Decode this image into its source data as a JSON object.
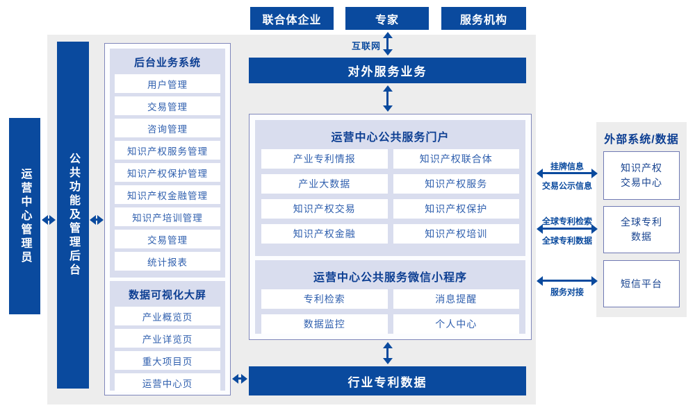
{
  "top_actors": [
    {
      "label": "联合体企业"
    },
    {
      "label": "专家"
    },
    {
      "label": "服务机构"
    }
  ],
  "internet_label": "互联网",
  "bars": {
    "external_service": "对外服务业务",
    "industry_patent_data": "行业专利数据"
  },
  "side_bars": {
    "operator_admin": "运营中心管理员",
    "public_function": "公共功能及管理后台"
  },
  "backend_system": {
    "title": "后台业务系统",
    "items": [
      "用户管理",
      "交易管理",
      "咨询管理",
      "知识产权服务管理",
      "知识产权保护管理",
      "知识产权金融管理",
      "知识产培训管理",
      "交易管理",
      "统计报表"
    ]
  },
  "data_screen": {
    "title": "数据可视化大屏",
    "items": [
      "产业概览页",
      "产业详览页",
      "重大项目页",
      "运营中心页"
    ]
  },
  "portal": {
    "title": "运营中心公共服务门户",
    "items": [
      "产业专利情报",
      "知识产权联合体",
      "产业大数据",
      "知识产权服务",
      "知识产权交易",
      "知识产权保护",
      "知识产权金融",
      "知识产权培训"
    ]
  },
  "miniprogram": {
    "title": "运营中心公共服务微信小程序",
    "items": [
      "专利检索",
      "消息提醒",
      "数据监控",
      "个人中心"
    ]
  },
  "external_panel": {
    "title": "外部系统/数据",
    "boxes": [
      {
        "lines": [
          "知识产权",
          "交易中心"
        ]
      },
      {
        "lines": [
          "全球专利",
          "数据"
        ]
      },
      {
        "lines": [
          "短信平台"
        ]
      }
    ]
  },
  "links": [
    {
      "label_top": "挂牌信息",
      "label_bottom": "交易公示信息"
    },
    {
      "label_top": "全球专利检索",
      "label_bottom": "全球专利数据"
    },
    {
      "label_top": "",
      "label_bottom": "服务对接"
    }
  ],
  "colors": {
    "primary_blue": "#0a4a9e",
    "panel_lavender": "#d9ddee",
    "border_slate": "#7f86ba",
    "background_gray": "#ededed",
    "item_text_blue": "#2f5fae",
    "title_navy": "#0c3e92"
  }
}
